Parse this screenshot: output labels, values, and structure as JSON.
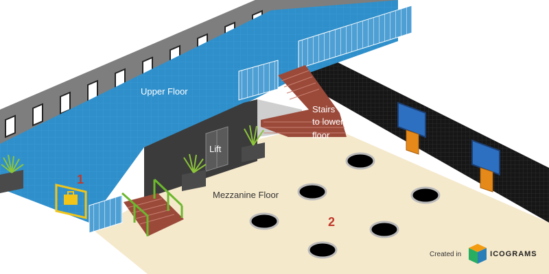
{
  "labels": {
    "upper_floor": "Upper Floor",
    "lift": "Lift",
    "stairs_line1": "Stairs",
    "stairs_line2": "to lower",
    "stairs_line3": "floor",
    "mezzanine_floor": "Mezzanine Floor"
  },
  "markers": {
    "marker_1": "1",
    "marker_2": "2"
  },
  "credit": {
    "created_in": "Created in",
    "brand": "ICOGRAMS"
  },
  "colors": {
    "upper_floor": "#2f8fca",
    "mezzanine_floor": "#f5e9cc",
    "wall_dark": "#3b3b3b",
    "stairs": "#9b4a3a",
    "marker": "#c0392b",
    "screen": "#2d6fc0",
    "stand": "#e58a1a"
  }
}
